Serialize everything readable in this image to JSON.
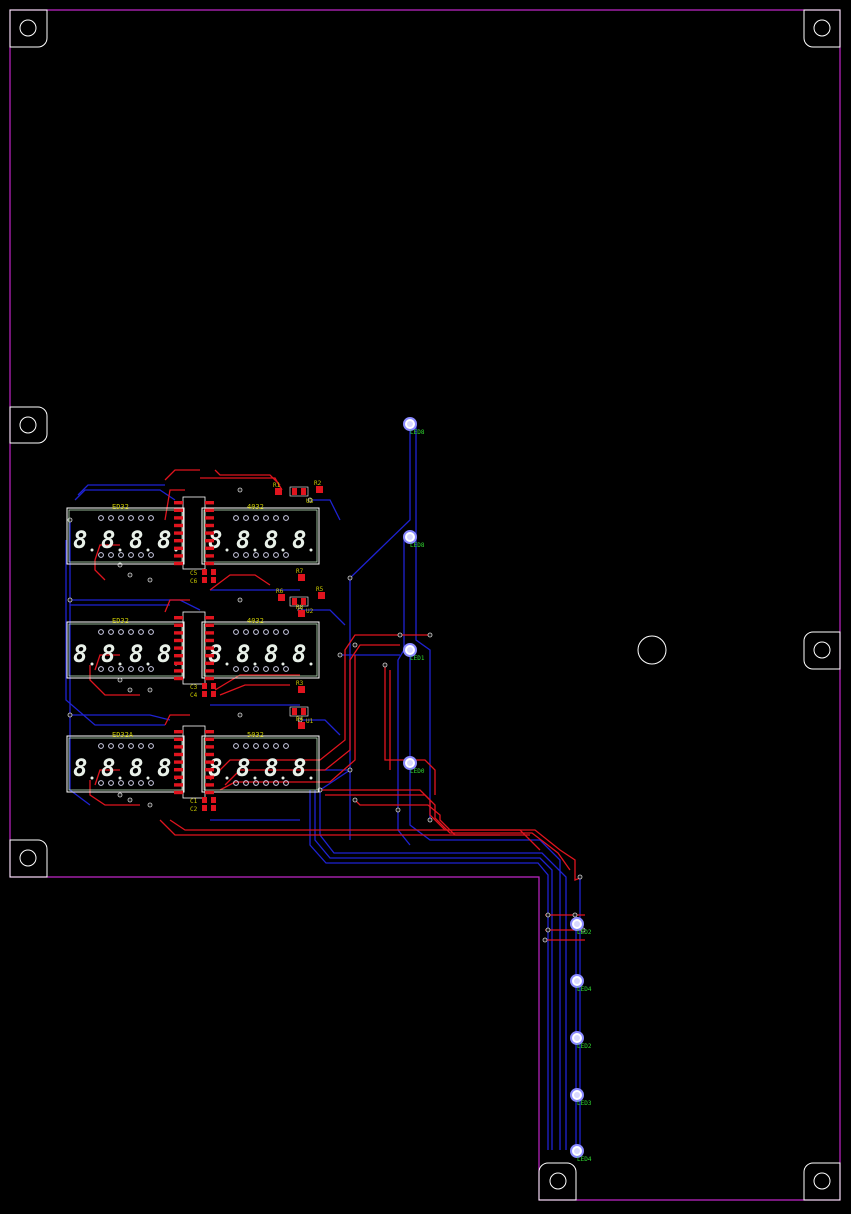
{
  "colors": {
    "background": "#000000",
    "outline": "#c026c8",
    "top_copper": "#e0141e",
    "bottom_copper": "#1e22d2",
    "silkscreen": "#ffffff",
    "label": "#c8c800",
    "led_label": "#30d830",
    "via": "#cfcfcf"
  },
  "displays": [
    {
      "id": "d1",
      "label": "ED32"
    },
    {
      "id": "d2",
      "label": "4032"
    },
    {
      "id": "d3",
      "label": "ED32"
    },
    {
      "id": "d4",
      "label": "4032"
    },
    {
      "id": "d5",
      "label": "ED32A"
    },
    {
      "id": "d6",
      "label": "5032"
    }
  ],
  "digit_glyph": "8",
  "capacitors": [
    "C5",
    "C6",
    "C3",
    "C4",
    "C1",
    "C2"
  ],
  "resistors": [
    "R1",
    "R2",
    "R7",
    "R6",
    "R8",
    "R5",
    "R3",
    "R4"
  ],
  "chips": [
    "U3",
    "U2",
    "U1"
  ],
  "leds": [
    {
      "id": "led-a",
      "label": "LED8"
    },
    {
      "id": "led-b",
      "label": "LED8"
    },
    {
      "id": "led-c",
      "label": "LED1"
    },
    {
      "id": "led-d",
      "label": "LED0"
    },
    {
      "id": "led-e",
      "label": "LED2"
    },
    {
      "id": "led-f",
      "label": "LED4"
    },
    {
      "id": "led-g",
      "label": "LED2"
    },
    {
      "id": "led-h",
      "label": "LED3"
    },
    {
      "id": "led-i",
      "label": "LED4"
    }
  ]
}
